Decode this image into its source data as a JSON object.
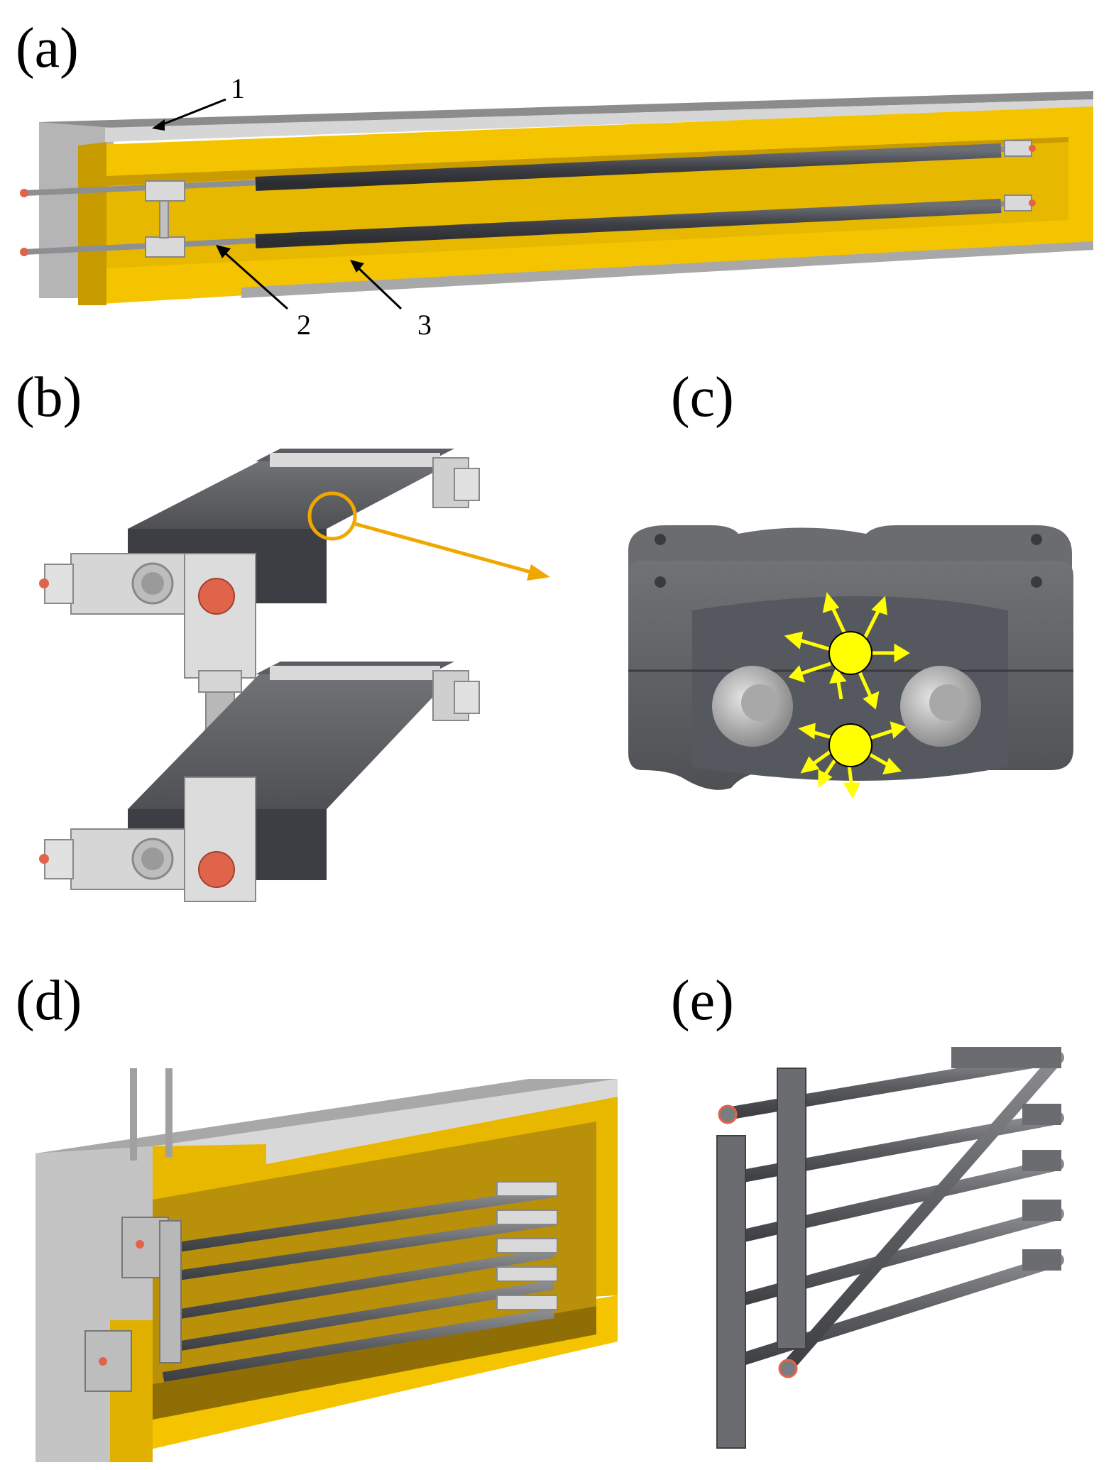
{
  "panels": {
    "a": {
      "label": "(a)"
    },
    "b": {
      "label": "(b)"
    },
    "c": {
      "label": "(c)"
    },
    "d": {
      "label": "(d)"
    },
    "e": {
      "label": "(e)"
    }
  },
  "callouts": [
    "1",
    "2",
    "3"
  ],
  "colors": {
    "insulation": "#f5c400",
    "insulation_shadow": "#b8920a",
    "casing": "#c8c8c8",
    "casing_dark": "#9a9a9a",
    "tube": "#4a4c52",
    "fitting": "#d9d9d9",
    "plug": "#e0644a",
    "heat_marker": "#ffff00",
    "magnify": "#f0a800"
  }
}
